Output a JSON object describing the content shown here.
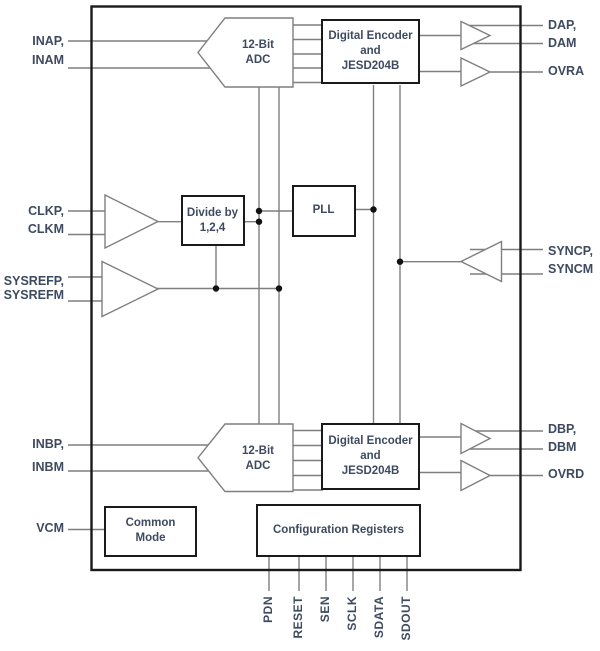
{
  "figure": {
    "type": "block-diagram",
    "description": "Dual-channel 12-bit ADC with JESD204B interface block diagram"
  },
  "blocks": {
    "adc_a": "12-Bit\nADC",
    "adc_b": "12-Bit\nADC",
    "encoder_a": "Digital Encoder\nand\nJESD204B",
    "encoder_b": "Digital Encoder\nand\nJESD204B",
    "divider": "Divide by\n1,2,4",
    "pll": "PLL",
    "common_mode": "Common\nMode",
    "config_registers": "Configuration Registers"
  },
  "pins": {
    "left": [
      "INAP,",
      "INAM",
      "CLKP,",
      "CLKM",
      "SYSREFP,",
      "SYSREFM",
      "INBP,",
      "INBM",
      "VCM"
    ],
    "right": [
      "DAP,",
      "DAM",
      "OVRA",
      "SYNCP,",
      "SYNCM",
      "DBP,",
      "DBM",
      "OVRD"
    ],
    "bottom": [
      "PDN",
      "RESET",
      "SEN",
      "SCLK",
      "SDATA",
      "SDOUT"
    ]
  },
  "colors": {
    "wire_gray": "#7f7f7f",
    "border_black": "#1a1a1a",
    "text": "#3e4a5f",
    "background": "#ffffff"
  }
}
